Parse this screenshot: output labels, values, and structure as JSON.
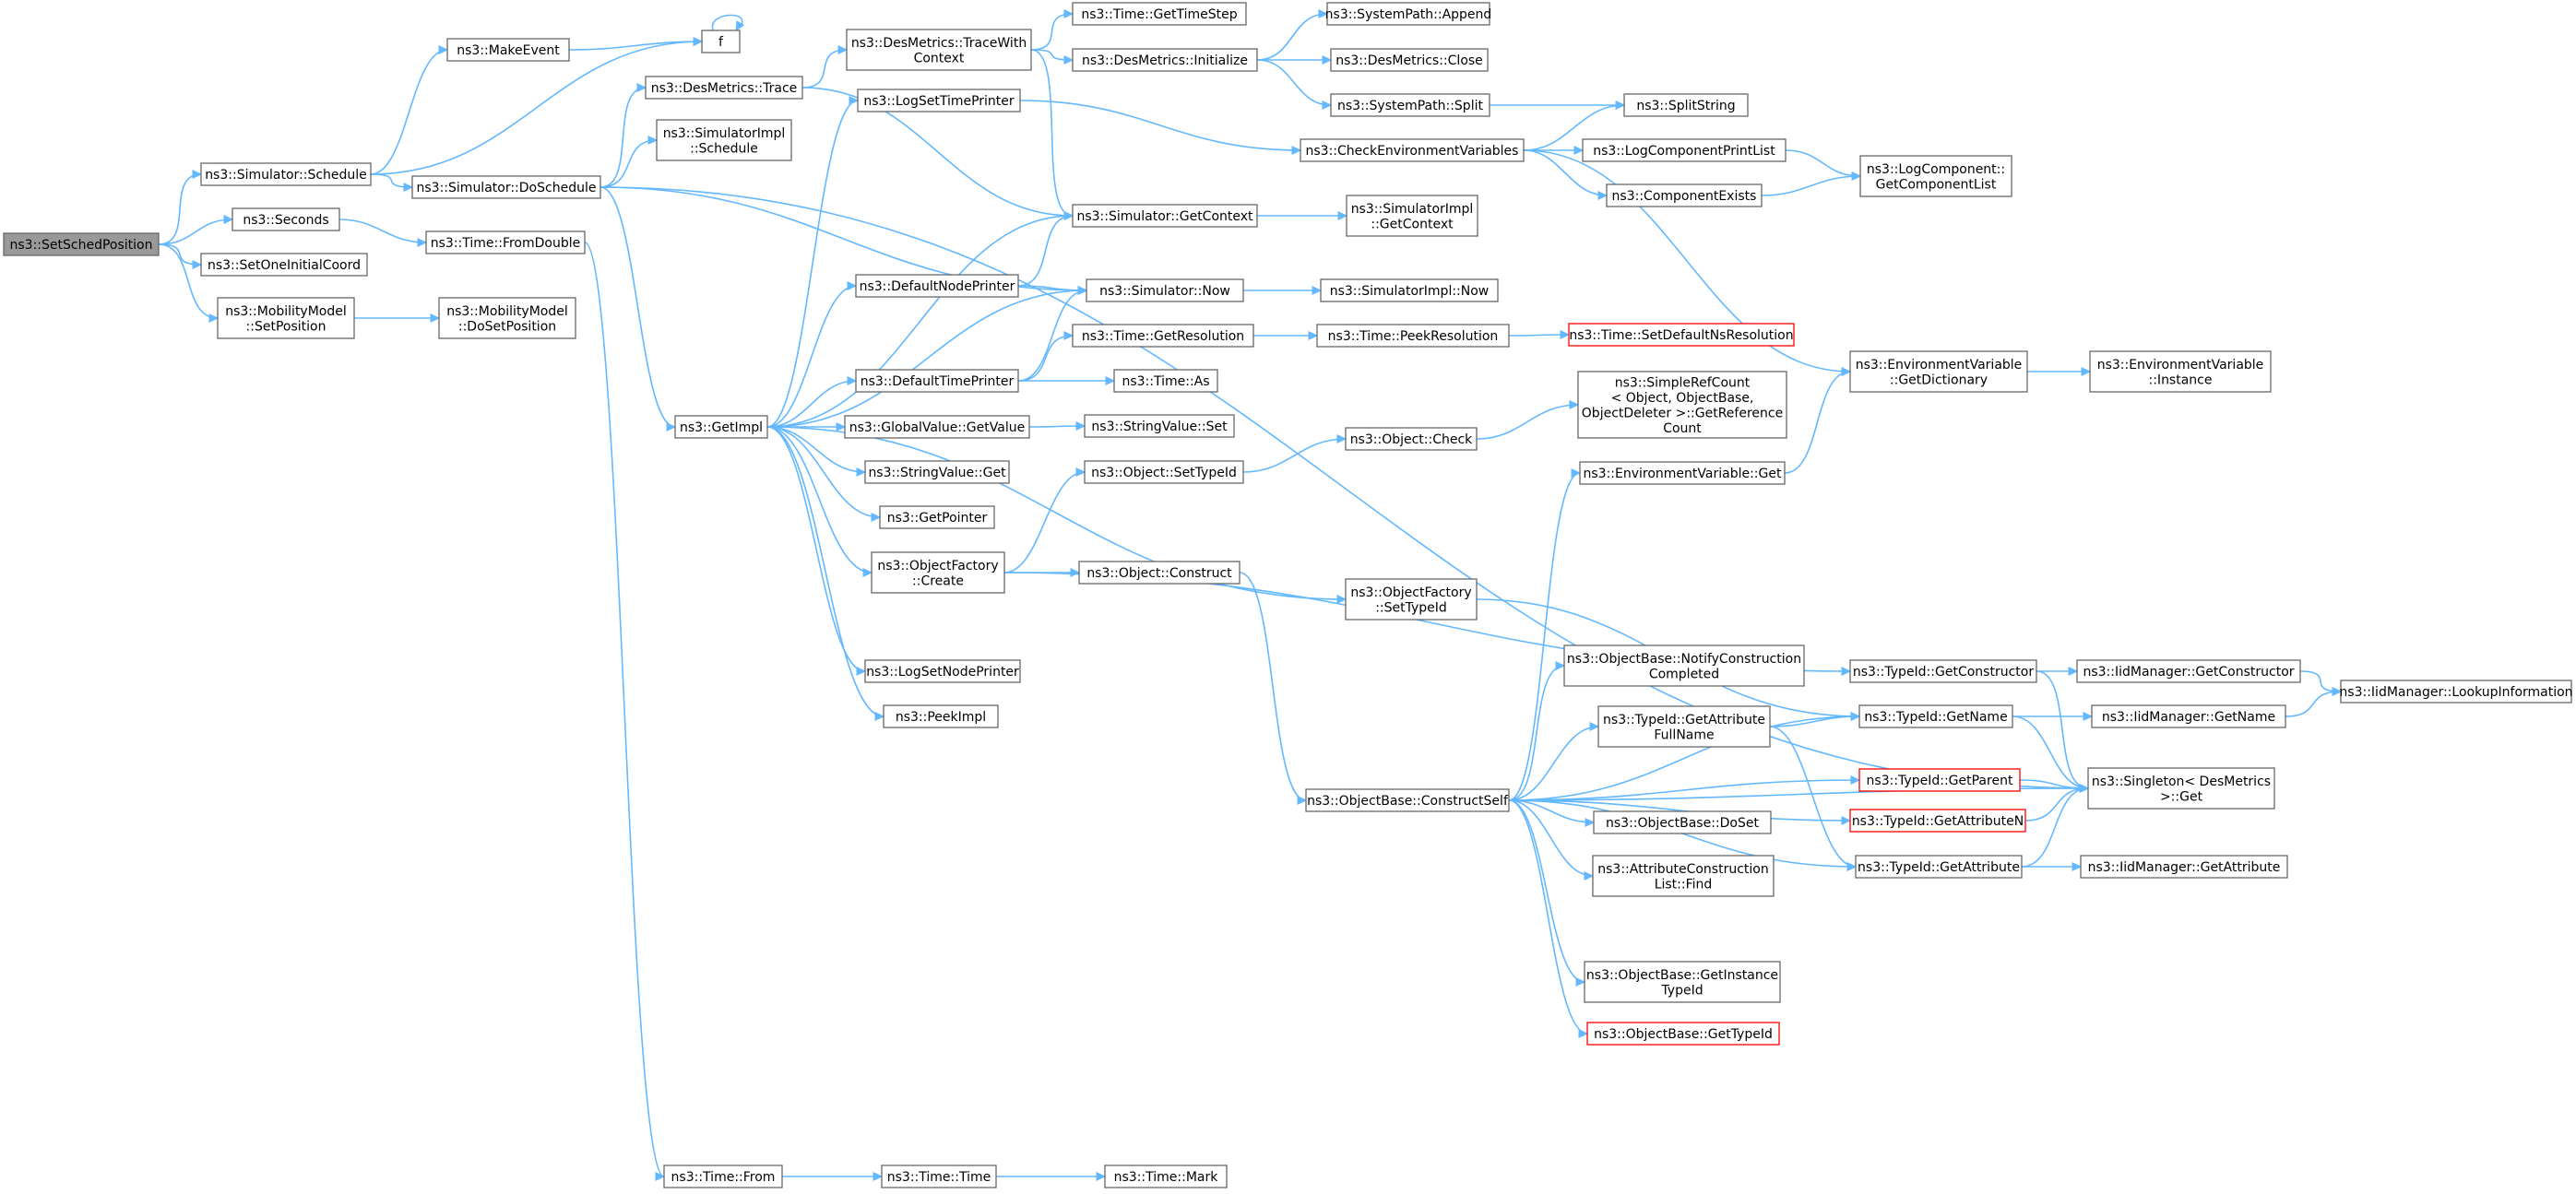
{
  "diagram": {
    "colors": {
      "edge": "#63b8ff",
      "node_border": "#666666",
      "root_fill": "#999999",
      "missing_border": "#ff0000"
    },
    "nodes": {
      "setsched": [
        "ns3::SetSchedPosition"
      ],
      "schedule": [
        "ns3::Simulator::Schedule"
      ],
      "seconds": [
        "ns3::Seconds"
      ],
      "setinitial": [
        "ns3::SetOneInitialCoord"
      ],
      "mmset": [
        "ns3::MobilityModel",
        "::SetPosition"
      ],
      "makeevent": [
        "ns3::MakeEvent"
      ],
      "f": [
        "f"
      ],
      "dmtrace": [
        "ns3::DesMetrics::Trace"
      ],
      "doschedule": [
        "ns3::Simulator::DoSchedule"
      ],
      "fromdouble": [
        "ns3::Time::FromDouble"
      ],
      "mmdoset": [
        "ns3::MobilityModel",
        "::DoSetPosition"
      ],
      "simimplsched": [
        "ns3::SimulatorImpl",
        "::Schedule"
      ],
      "tracewith": [
        "ns3::DesMetrics::TraceWith",
        "Context"
      ],
      "logsettime": [
        "ns3::LogSetTimePrinter"
      ],
      "defnode": [
        "ns3::DefaultNodePrinter"
      ],
      "deftime": [
        "ns3::DefaultTimePrinter"
      ],
      "getimpl": [
        "ns3::GetImpl"
      ],
      "gvget": [
        "ns3::GlobalValue::GetValue"
      ],
      "svget": [
        "ns3::StringValue::Get"
      ],
      "getpointer": [
        "ns3::GetPointer"
      ],
      "ofcreate": [
        "ns3::ObjectFactory",
        "::Create"
      ],
      "logsetnode": [
        "ns3::LogSetNodePrinter"
      ],
      "peekimpl": [
        "ns3::PeekImpl"
      ],
      "timefrom": [
        "ns3::Time::From"
      ],
      "gettimestep": [
        "ns3::Time::GetTimeStep"
      ],
      "dminit": [
        "ns3::DesMetrics::Initialize"
      ],
      "getcontext": [
        "ns3::Simulator::GetContext"
      ],
      "simnow": [
        "ns3::Simulator::Now"
      ],
      "getres": [
        "ns3::Time::GetResolution"
      ],
      "timeas": [
        "ns3::Time::As"
      ],
      "svset": [
        "ns3::StringValue::Set"
      ],
      "settypeid": [
        "ns3::Object::SetTypeId"
      ],
      "objconstruct": [
        "ns3::Object::Construct"
      ],
      "timetime": [
        "ns3::Time::Time"
      ],
      "timemark": [
        "ns3::Time::Mark"
      ],
      "spappend": [
        "ns3::SystemPath::Append"
      ],
      "dmclose": [
        "ns3::DesMetrics::Close"
      ],
      "spsplit": [
        "ns3::SystemPath::Split"
      ],
      "checkenv": [
        "ns3::CheckEnvironmentVariables"
      ],
      "simimplctx": [
        "ns3::SimulatorImpl",
        "::GetContext"
      ],
      "simimplnow": [
        "ns3::SimulatorImpl::Now"
      ],
      "peekres": [
        "ns3::Time::PeekResolution"
      ],
      "objcheck": [
        "ns3::Object::Check"
      ],
      "ofsettypeid": [
        "ns3::ObjectFactory",
        "::SetTypeId"
      ],
      "constructself": [
        "ns3::ObjectBase::ConstructSelf"
      ],
      "splitstring": [
        "ns3::SplitString"
      ],
      "logprint": [
        "ns3::LogComponentPrintList"
      ],
      "compexists": [
        "ns3::ComponentExists"
      ],
      "setdefns": [
        "ns3::Time::SetDefaultNsResolution"
      ],
      "simplerefcount": [
        "ns3::SimpleRefCount",
        "< Object, ObjectBase,",
        "ObjectDeleter >::GetReference",
        "Count"
      ],
      "envget": [
        "ns3::EnvironmentVariable::Get"
      ],
      "notifyconst": [
        "ns3::ObjectBase::NotifyConstruction",
        "Completed"
      ],
      "getattrfull": [
        "ns3::TypeId::GetAttribute",
        "FullName"
      ],
      "obdoset": [
        "ns3::ObjectBase::DoSet"
      ],
      "attrconstfind": [
        "ns3::AttributeConstruction",
        "List::Find"
      ],
      "getinstance": [
        "ns3::ObjectBase::GetInstance",
        "TypeId"
      ],
      "obgettypeid": [
        "ns3::ObjectBase::GetTypeId"
      ],
      "logcompget": [
        "ns3::LogComponent::",
        "GetComponentList"
      ],
      "envdict": [
        "ns3::EnvironmentVariable",
        "::GetDictionary"
      ],
      "tidgetctor": [
        "ns3::TypeId::GetConstructor"
      ],
      "tidgetname": [
        "ns3::TypeId::GetName"
      ],
      "tidgetparent": [
        "ns3::TypeId::GetParent"
      ],
      "tidgetattrn": [
        "ns3::TypeId::GetAttributeN"
      ],
      "tidgetattr": [
        "ns3::TypeId::GetAttribute"
      ],
      "envinstance": [
        "ns3::EnvironmentVariable",
        "::Instance"
      ],
      "iidctor": [
        "ns3::IidManager::GetConstructor"
      ],
      "iidname": [
        "ns3::IidManager::GetName"
      ],
      "singleton": [
        "ns3::Singleton< DesMetrics",
        " >::Get"
      ],
      "iidattr": [
        "ns3::IidManager::GetAttribute"
      ],
      "iidlookup": [
        "ns3::IidManager::LookupInformation"
      ]
    }
  }
}
